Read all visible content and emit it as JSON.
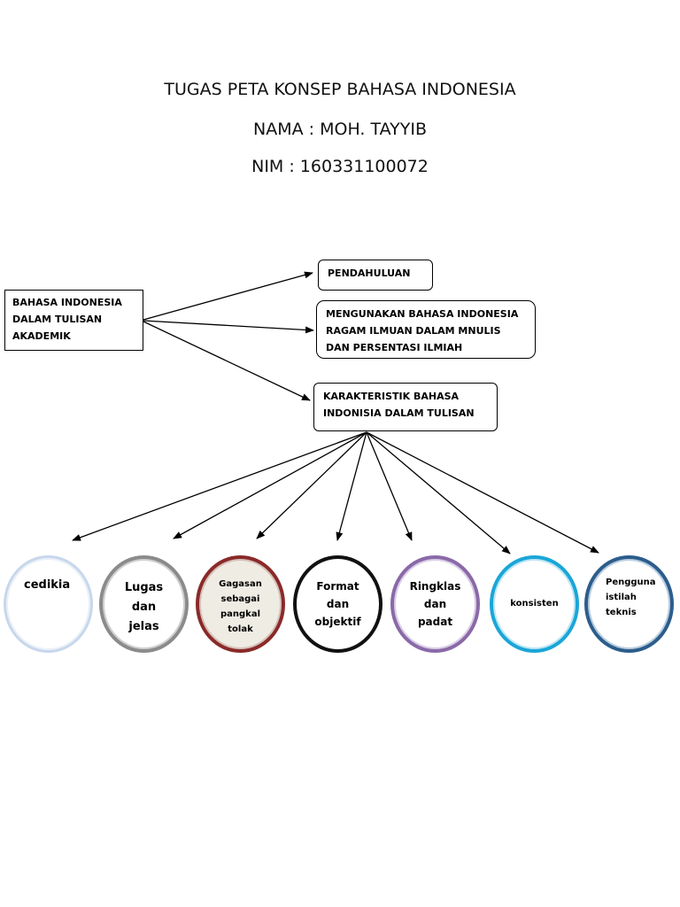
{
  "header": {
    "title": "TUGAS PETA KONSEP BAHASA INDONESIA",
    "name_line": "NAMA : MOH. TAYYIB",
    "nim_line": "NIM : 160331100072"
  },
  "main_node": {
    "lines": [
      "BAHASA INDONESIA",
      "DALAM TULISAN",
      "AKADEMIK"
    ]
  },
  "branches": [
    {
      "lines": [
        "PENDAHULUAN"
      ]
    },
    {
      "lines": [
        "MENGUNAKAN BAHASA INDONESIA",
        "RAGAM ILMUAN DALAM MNULIS",
        "DAN PERSENTASI ILMIAH"
      ]
    },
    {
      "lines": [
        "KARAKTERISTIK BAHASA",
        "INDONISIA DALAM TULISAN"
      ]
    }
  ],
  "characteristics": [
    {
      "lines": [
        "cedikia"
      ],
      "color": "#c7d7ec"
    },
    {
      "lines": [
        "Lugas",
        "dan",
        "jelas"
      ],
      "color": "#8b8b8b"
    },
    {
      "lines": [
        "Gagasan",
        "sebagai",
        "pangkal",
        "tolak"
      ],
      "color": "#8a2a2a"
    },
    {
      "lines": [
        "Format",
        "dan",
        "objektif"
      ],
      "color": "#111111"
    },
    {
      "lines": [
        "Ringklas",
        "dan",
        "padat"
      ],
      "color": "#8a69a8"
    },
    {
      "lines": [
        "konsisten"
      ],
      "color": "#1aa6d8"
    },
    {
      "lines": [
        "Pengguna",
        "istilah",
        "teknis"
      ],
      "color": "#2c5d8c"
    }
  ]
}
